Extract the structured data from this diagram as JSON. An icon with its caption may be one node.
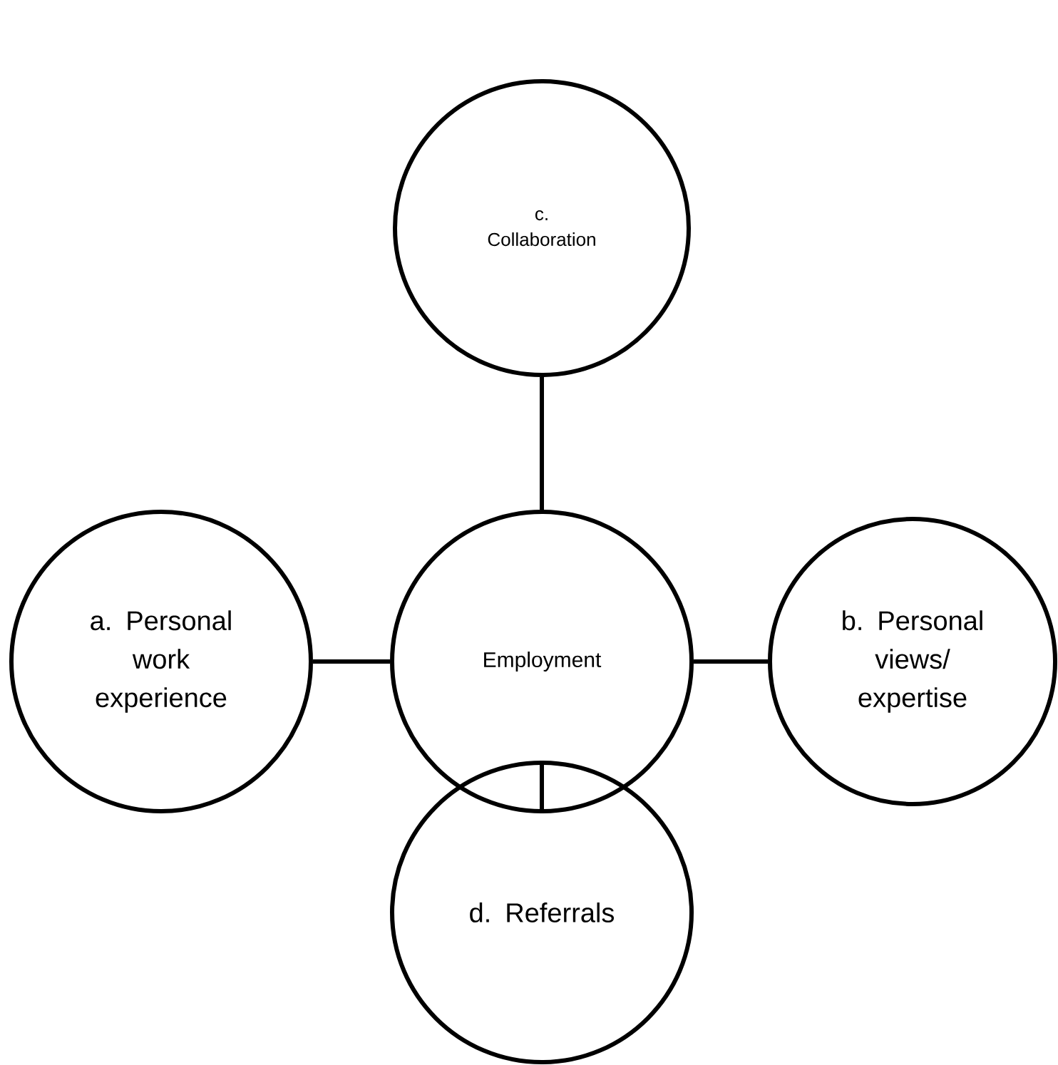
{
  "diagram": {
    "nodes": [
      {
        "text": [
          "c. Collaboration"
        ]
      },
      {
        "text": [
          "a. Personal work experience"
        ]
      },
      {
        "text": [
          "Employment"
        ]
      },
      {
        "text": [
          "b. Personal views/ expertise"
        ]
      },
      {
        "text": [
          "d. Referrals"
        ]
      }
    ],
    "edges": [
      {
        "from": 2,
        "to": 0,
        "arrow": "none"
      },
      {
        "from": 2,
        "to": 1,
        "arrow": "none"
      },
      {
        "from": 2,
        "to": 3,
        "arrow": "none"
      },
      {
        "from": 2,
        "to": 4,
        "arrow": "none"
      }
    ]
  }
}
